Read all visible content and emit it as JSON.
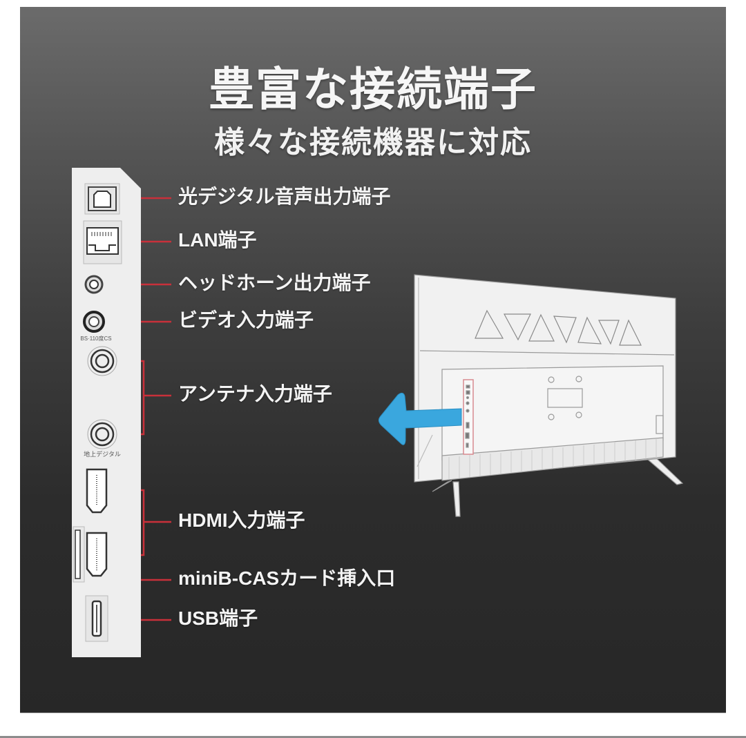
{
  "headline": {
    "title": "豊富な接続端子",
    "subtitle": "様々な接続機器に対応"
  },
  "colors": {
    "background_top": "#6b6b6b",
    "background_bottom": "#272727",
    "panel": "#eeeeee",
    "leader_line": "#c9303a",
    "arrow": "#3aa7de",
    "text": "#f4f4f4"
  },
  "ports": [
    {
      "id": "optical",
      "label": "光デジタル音声出力端子"
    },
    {
      "id": "lan",
      "label": "LAN端子"
    },
    {
      "id": "headphone",
      "label": "ヘッドホーン出力端子"
    },
    {
      "id": "video",
      "label": "ビデオ入力端子"
    },
    {
      "id": "antenna",
      "label": "アンテナ入力端子"
    },
    {
      "id": "hdmi",
      "label": "HDMI入力端子"
    },
    {
      "id": "bcas",
      "label": "miniB-CASカード挿入口"
    },
    {
      "id": "usb",
      "label": "USB端子"
    }
  ],
  "panel_labels": {
    "bs_cs": "BS·110度CS",
    "terrestrial": "地上デジタル"
  },
  "illustration": {
    "tv_rear_view": "tv-back-icon",
    "arrow": "arrow-left-icon"
  }
}
